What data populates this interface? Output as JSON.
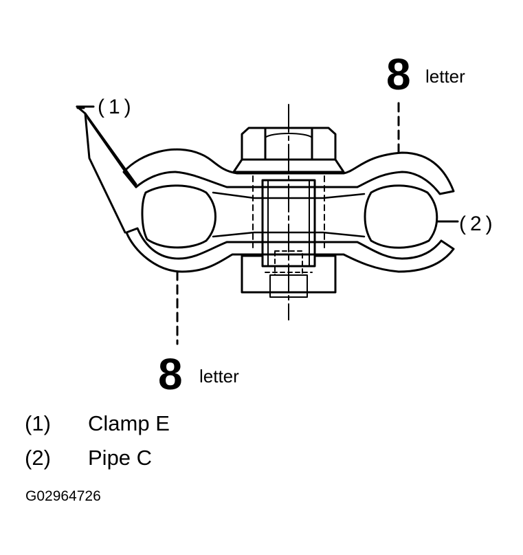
{
  "callouts": {
    "clamp": "(1)",
    "pipe": "(2)"
  },
  "dimensions": {
    "top": {
      "value": "8",
      "unit": "letter"
    },
    "bottom": {
      "value": "8",
      "unit": "letter"
    }
  },
  "legend": [
    {
      "number": "(1)",
      "label": "Clamp E"
    },
    {
      "number": "(2)",
      "label": "Pipe C"
    }
  ],
  "figure_id": "G02964726"
}
